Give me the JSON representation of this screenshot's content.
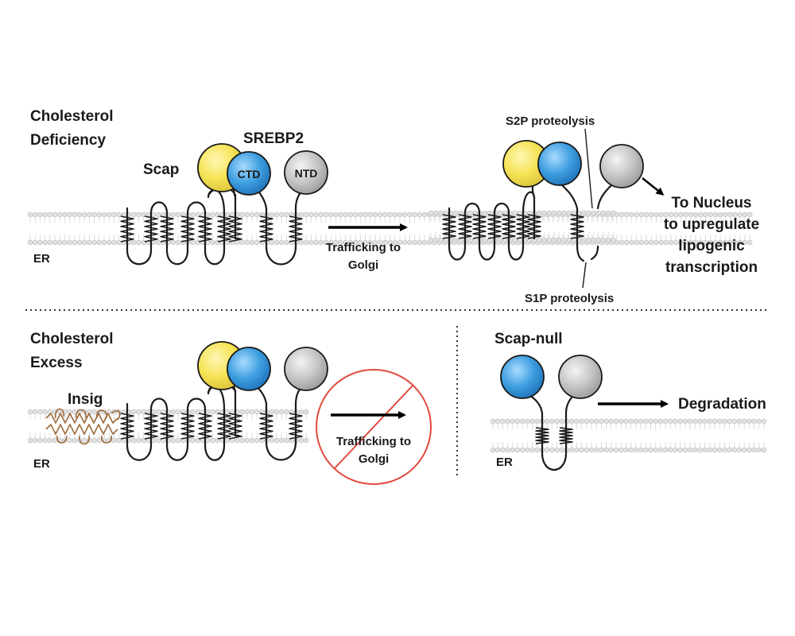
{
  "labels": {
    "cholesterol_deficiency_1": "Cholesterol",
    "cholesterol_deficiency_2": "Deficiency",
    "scap": "Scap",
    "srebp2": "SREBP2",
    "ctd": "CTD",
    "ntd": "NTD",
    "er": "ER",
    "trafficking_1": "Trafficking to",
    "trafficking_2": "Golgi",
    "s2p": "S2P proteolysis",
    "s1p": "S1P proteolysis",
    "nucleus_1": "To Nucleus",
    "nucleus_2": "to upregulate",
    "nucleus_3": "lipogenic",
    "nucleus_4": "transcription",
    "cholesterol_excess_1": "Cholesterol",
    "cholesterol_excess_2": "Excess",
    "insig": "Insig",
    "scap_null": "Scap-null",
    "degradation": "Degradation"
  },
  "colors": {
    "scap_domain": "#f5e356",
    "ctd_domain": "#3e9ee0",
    "ntd_domain": "#c6c6c6",
    "insig": "#9c6a3a",
    "blocked": "#e0493c",
    "lipid_head": "#e2e2e2",
    "ink": "#1a1a1a"
  }
}
